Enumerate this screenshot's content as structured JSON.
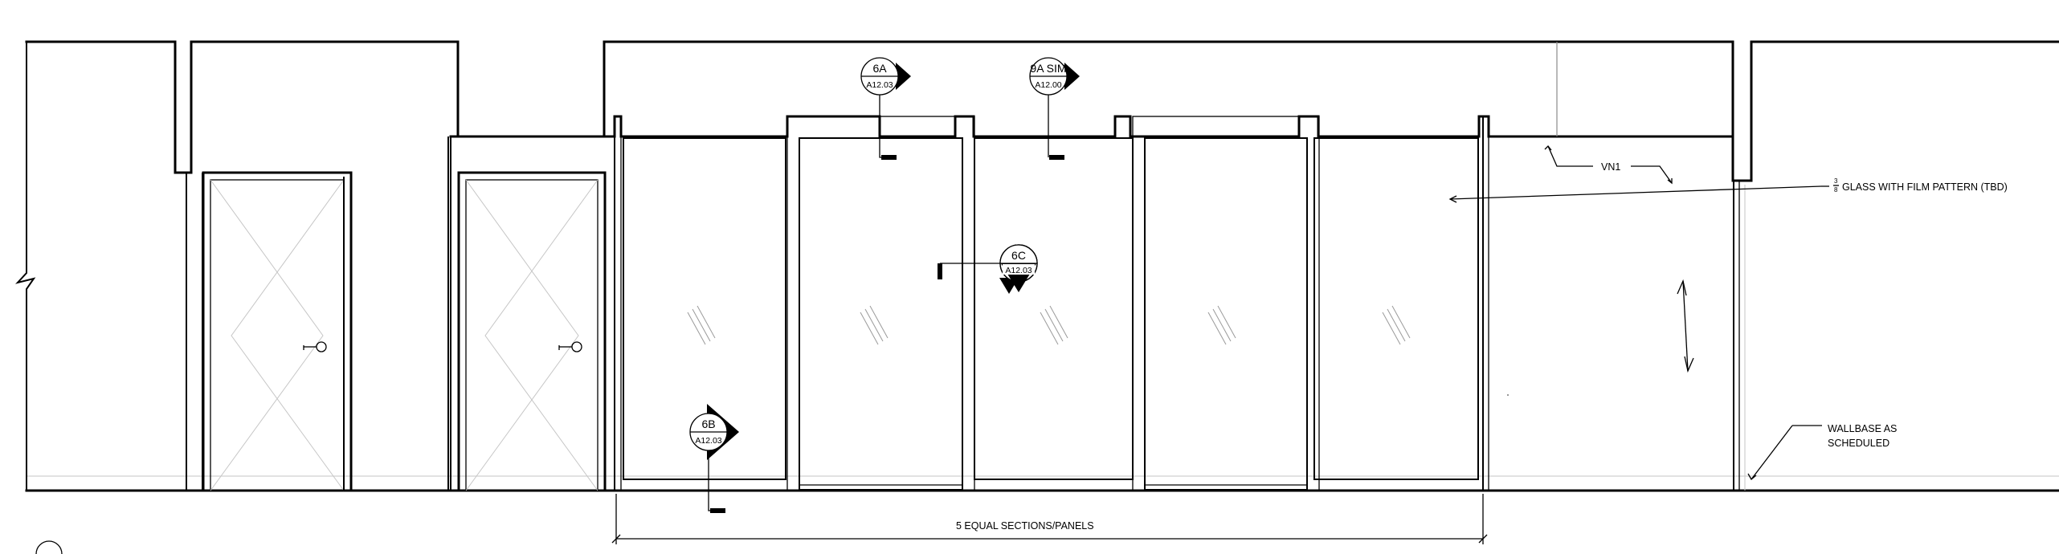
{
  "drawing": {
    "section_markers": [
      {
        "id": "6A",
        "top": "6A",
        "sheet": "A12.03"
      },
      {
        "id": "9A-SIM",
        "top": "9A SIM",
        "sheet": "A12.00"
      },
      {
        "id": "6C",
        "top": "6C",
        "sheet": "A12.03"
      },
      {
        "id": "6B",
        "top": "6B",
        "sheet": "A12.03"
      }
    ],
    "notes": {
      "glass_fraction_num": "3",
      "glass_fraction_den": "8",
      "glass": "GLASS WITH FILM PATTERN (TBD)",
      "vn1": "VN1",
      "wallbase_line1": "WALLBASE AS",
      "wallbase_line2": "SCHEDULED",
      "dimension": "5 EQUAL SECTIONS/PANELS"
    }
  }
}
